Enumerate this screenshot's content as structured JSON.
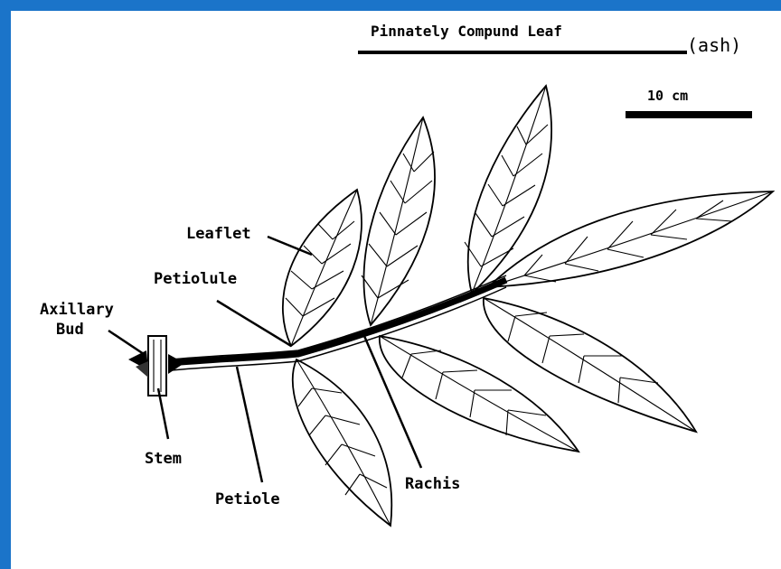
{
  "header": {
    "title": "Pinnately Compund Leaf",
    "species": "(ash)"
  },
  "scale_bar": {
    "label": "10 cm"
  },
  "labels": {
    "leaflet": "Leaflet",
    "petiolule": "Petiolule",
    "axillary_bud_line1": "Axillary",
    "axillary_bud_line2": "Bud",
    "stem": "Stem",
    "petiole": "Petiole",
    "rachis": "Rachis"
  },
  "colors": {
    "frame": "#1b74c9",
    "ink": "#000000",
    "background": "#ffffff"
  }
}
